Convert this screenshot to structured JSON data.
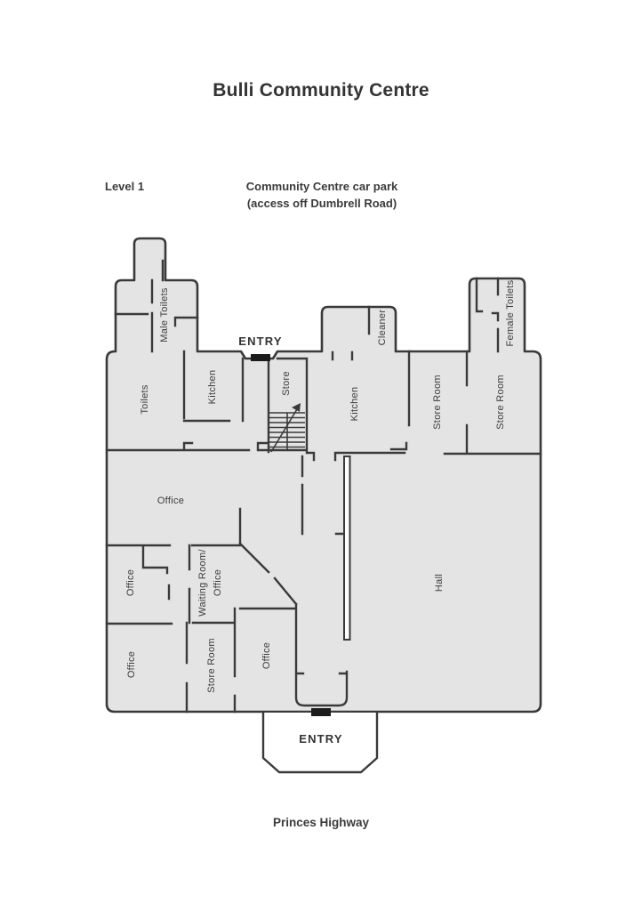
{
  "header": {
    "title": "Bulli Community Centre",
    "level_label": "Level 1",
    "car_park_line1": "Community Centre car park",
    "car_park_line2": "(access off Dumbrell Road)"
  },
  "footer": {
    "road_label": "Princes Highway"
  },
  "floorplan": {
    "entry_top_label": "ENTRY",
    "entry_bottom_label": "ENTRY",
    "rooms": {
      "male_toilets": "Male Toilets",
      "female_toilets": "Female Toilets",
      "toilets": "Toilets",
      "kitchen_left": "Kitchen",
      "store": "Store",
      "cleaner": "Cleaner",
      "kitchen_main": "Kitchen",
      "store_room_top_left": "Store Room",
      "store_room_top_right": "Store Room",
      "office_large": "Office",
      "office_mid_left": "Office",
      "waiting_room_line1": "Waiting Room/",
      "waiting_room_line2": "Office",
      "office_bottom_left": "Office",
      "store_room_bottom": "Store Room",
      "office_bottom_mid": "Office",
      "hall": "Hall"
    },
    "colors": {
      "floor_fill": "#e4e4e4",
      "wall": "#3a3a3a",
      "door_marker": "#1c1c1c",
      "text": "#3b3b3b"
    }
  }
}
